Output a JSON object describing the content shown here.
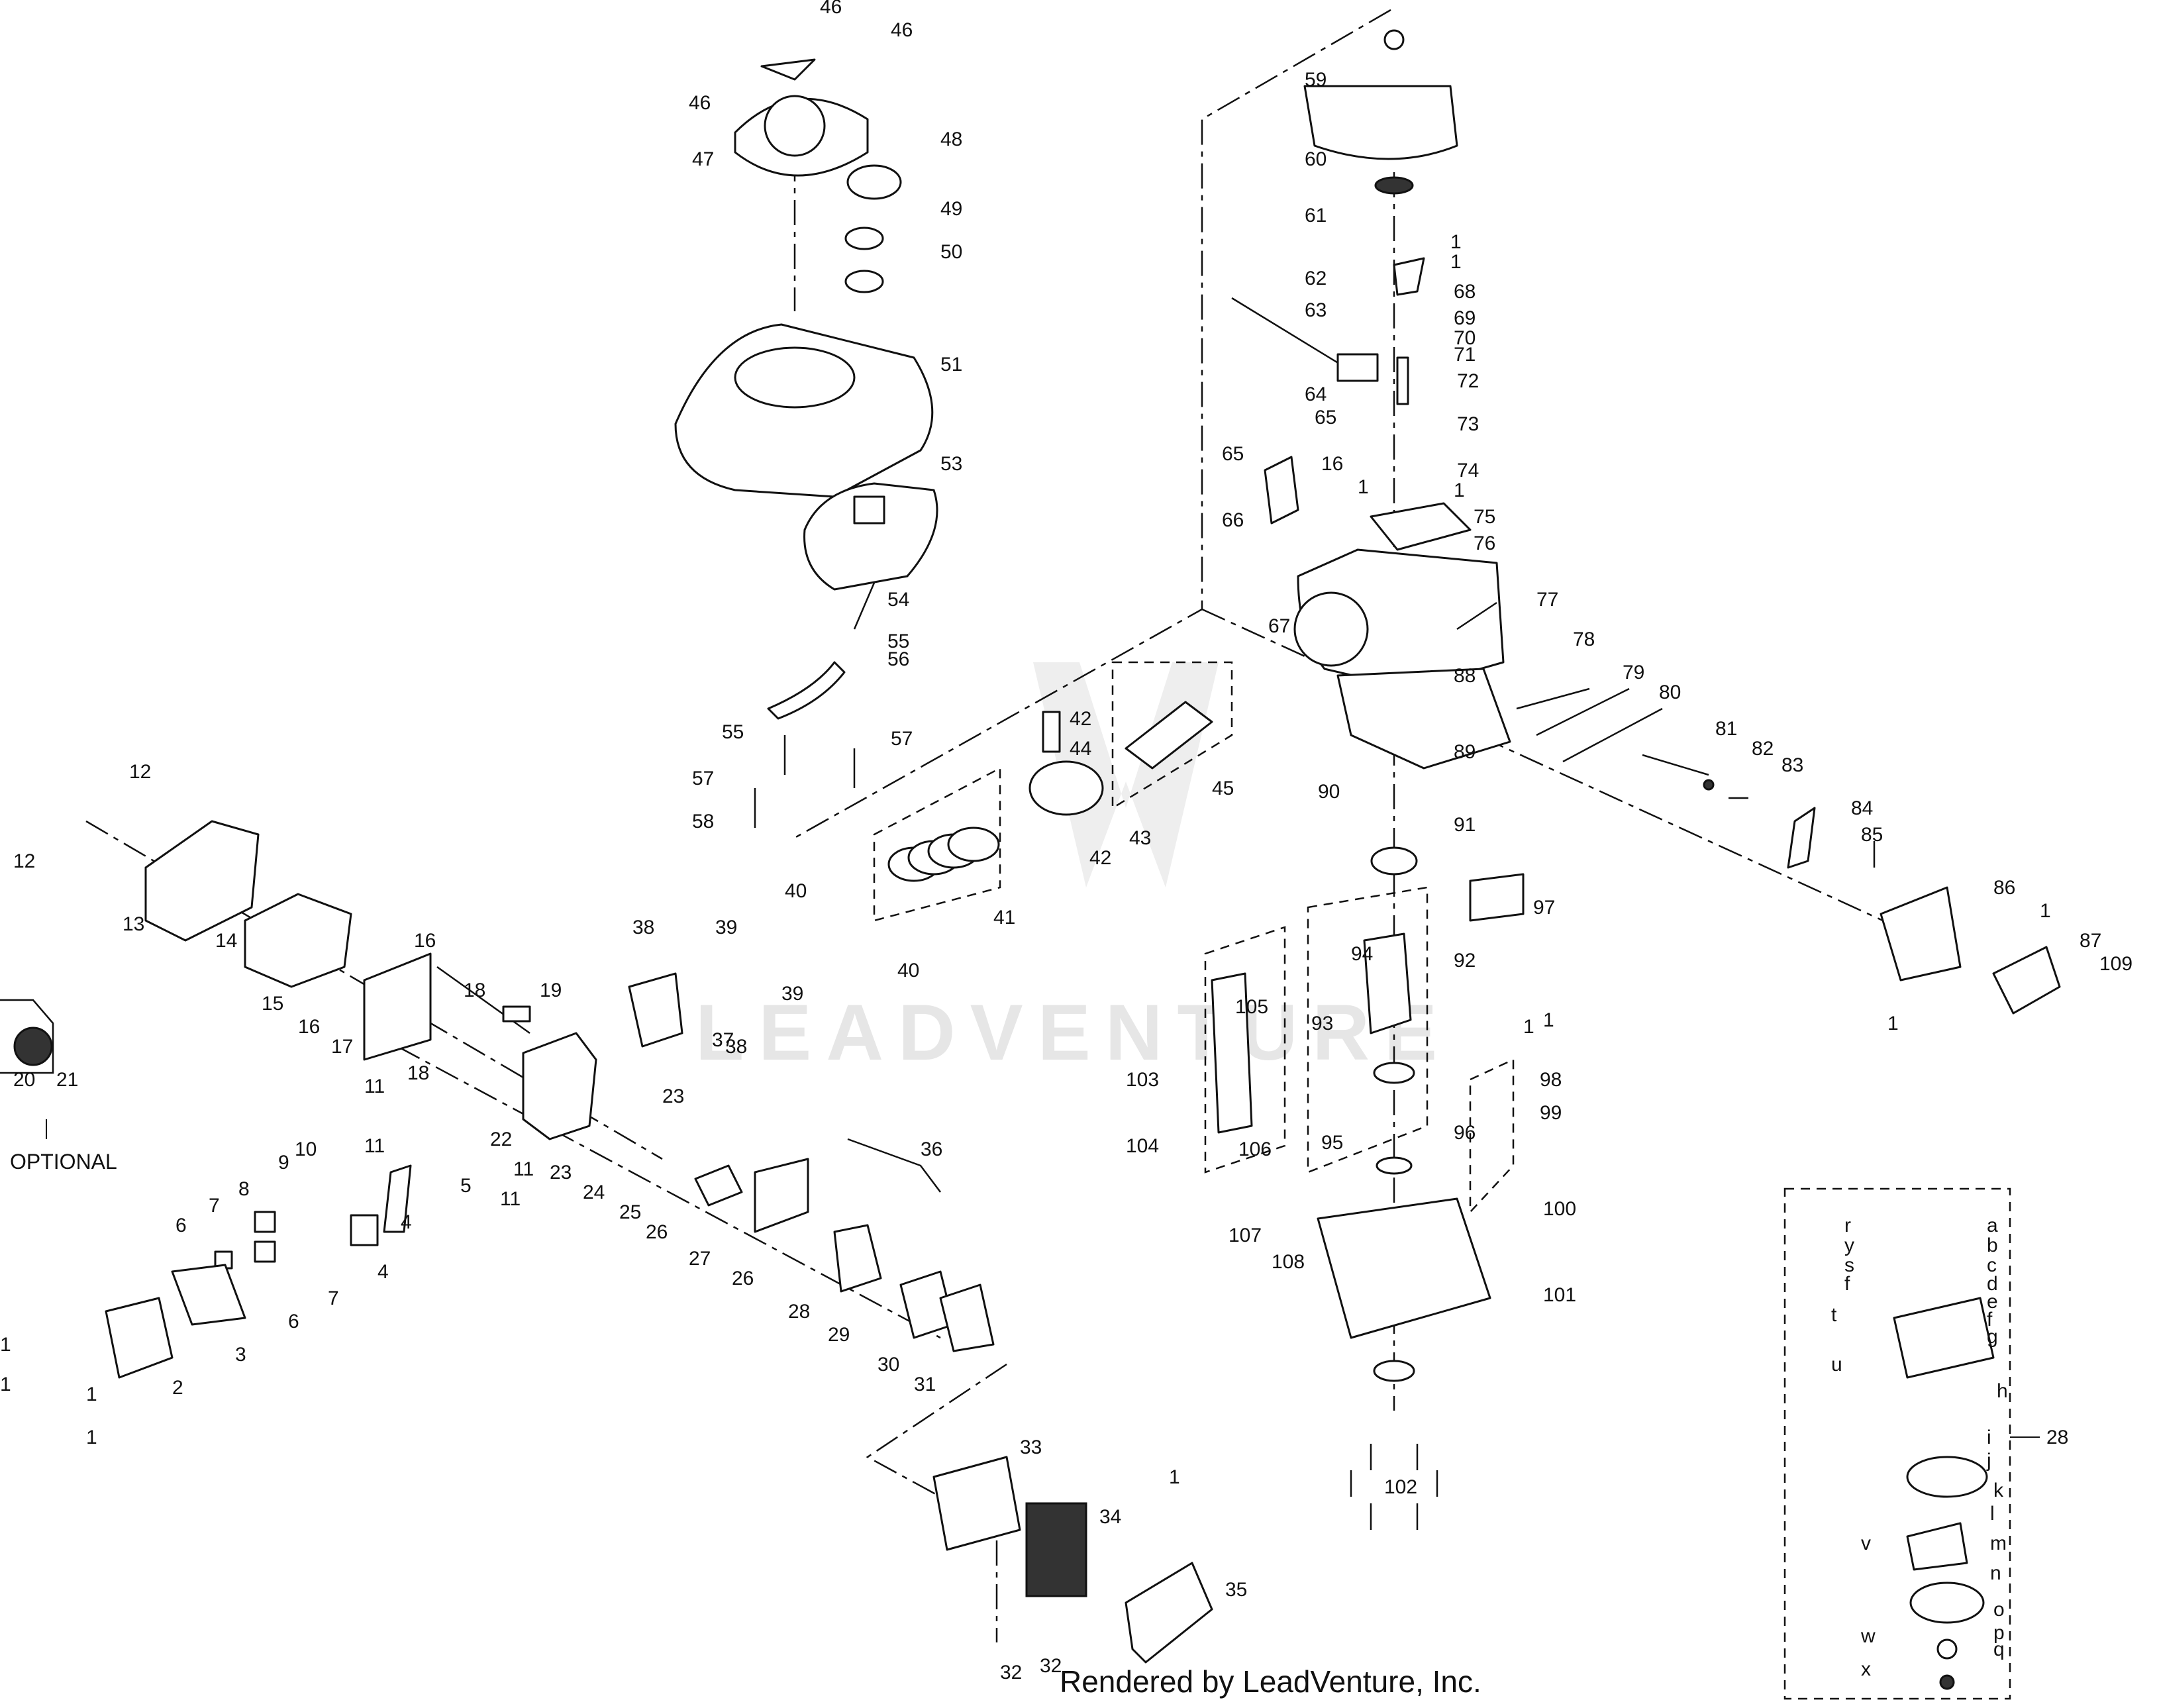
{
  "diagram": {
    "watermark": "LEADVENTURE",
    "footer": "Rendered by LeadVenture, Inc.",
    "optional_label": "OPTIONAL"
  },
  "callouts": [
    {
      "id": "c46a",
      "text": "46"
    },
    {
      "id": "c46b",
      "text": "46"
    },
    {
      "id": "c46c",
      "text": "46"
    },
    {
      "id": "c47",
      "text": "47"
    },
    {
      "id": "c48",
      "text": "48"
    },
    {
      "id": "c49",
      "text": "49"
    },
    {
      "id": "c50",
      "text": "50"
    },
    {
      "id": "c51",
      "text": "51"
    },
    {
      "id": "c53",
      "text": "53"
    },
    {
      "id": "c54",
      "text": "54"
    },
    {
      "id": "c55a",
      "text": "55"
    },
    {
      "id": "c56",
      "text": "56"
    },
    {
      "id": "c55b",
      "text": "55"
    },
    {
      "id": "c57a",
      "text": "57"
    },
    {
      "id": "c57b",
      "text": "57"
    },
    {
      "id": "c58",
      "text": "58"
    },
    {
      "id": "c59",
      "text": "59"
    },
    {
      "id": "c60",
      "text": "60"
    },
    {
      "id": "c61",
      "text": "61"
    },
    {
      "id": "c1a",
      "text": "1"
    },
    {
      "id": "c1b",
      "text": "1"
    },
    {
      "id": "c62",
      "text": "62"
    },
    {
      "id": "c68",
      "text": "68"
    },
    {
      "id": "c63",
      "text": "63"
    },
    {
      "id": "c69",
      "text": "69"
    },
    {
      "id": "c70",
      "text": "70"
    },
    {
      "id": "c71",
      "text": "71"
    },
    {
      "id": "c72",
      "text": "72"
    },
    {
      "id": "c64",
      "text": "64"
    },
    {
      "id": "c73",
      "text": "73"
    },
    {
      "id": "c65a",
      "text": "65"
    },
    {
      "id": "c65b",
      "text": "65"
    },
    {
      "id": "c16a",
      "text": "16"
    },
    {
      "id": "c74",
      "text": "74"
    },
    {
      "id": "c1c",
      "text": "1"
    },
    {
      "id": "c1d",
      "text": "1"
    },
    {
      "id": "c75",
      "text": "75"
    },
    {
      "id": "c66",
      "text": "66"
    },
    {
      "id": "c76",
      "text": "76"
    },
    {
      "id": "c77",
      "text": "77"
    },
    {
      "id": "c67",
      "text": "67"
    },
    {
      "id": "c78",
      "text": "78"
    },
    {
      "id": "c88",
      "text": "88"
    },
    {
      "id": "c79",
      "text": "79"
    },
    {
      "id": "c80",
      "text": "80"
    },
    {
      "id": "c42a",
      "text": "42"
    },
    {
      "id": "c44",
      "text": "44"
    },
    {
      "id": "c45",
      "text": "45"
    },
    {
      "id": "c89",
      "text": "89"
    },
    {
      "id": "c81",
      "text": "81"
    },
    {
      "id": "c82",
      "text": "82"
    },
    {
      "id": "c83",
      "text": "83"
    },
    {
      "id": "c90",
      "text": "90"
    },
    {
      "id": "c43",
      "text": "43"
    },
    {
      "id": "c42b",
      "text": "42"
    },
    {
      "id": "c91",
      "text": "91"
    },
    {
      "id": "c84",
      "text": "84"
    },
    {
      "id": "c85",
      "text": "85"
    },
    {
      "id": "c12a",
      "text": "12"
    },
    {
      "id": "c12b",
      "text": "12"
    },
    {
      "id": "c13",
      "text": "13"
    },
    {
      "id": "c40a",
      "text": "40"
    },
    {
      "id": "c41",
      "text": "41"
    },
    {
      "id": "c40b",
      "text": "40"
    },
    {
      "id": "c86",
      "text": "86"
    },
    {
      "id": "c97",
      "text": "97"
    },
    {
      "id": "c1e",
      "text": "1"
    },
    {
      "id": "c87",
      "text": "87"
    },
    {
      "id": "c109",
      "text": "109"
    },
    {
      "id": "c14",
      "text": "14"
    },
    {
      "id": "c15",
      "text": "15"
    },
    {
      "id": "c16b",
      "text": "16"
    },
    {
      "id": "c16c",
      "text": "16"
    },
    {
      "id": "c38a",
      "text": "38"
    },
    {
      "id": "c39a",
      "text": "39"
    },
    {
      "id": "c39b",
      "text": "39"
    },
    {
      "id": "c94",
      "text": "94"
    },
    {
      "id": "c92",
      "text": "92"
    },
    {
      "id": "c1f",
      "text": "1"
    },
    {
      "id": "c18a",
      "text": "18"
    },
    {
      "id": "c19",
      "text": "19"
    },
    {
      "id": "c17",
      "text": "17"
    },
    {
      "id": "c105",
      "text": "105"
    },
    {
      "id": "c93",
      "text": "93"
    },
    {
      "id": "c38b",
      "text": "38"
    },
    {
      "id": "c37",
      "text": "37"
    },
    {
      "id": "c20",
      "text": "20"
    },
    {
      "id": "c21",
      "text": "21"
    },
    {
      "id": "c18b",
      "text": "18"
    },
    {
      "id": "c1g",
      "text": "1"
    },
    {
      "id": "c1h",
      "text": "1"
    },
    {
      "id": "c103",
      "text": "103"
    },
    {
      "id": "c98",
      "text": "98"
    },
    {
      "id": "c11a",
      "text": "11"
    },
    {
      "id": "c23a",
      "text": "23"
    },
    {
      "id": "c11b",
      "text": "11"
    },
    {
      "id": "c22",
      "text": "22"
    },
    {
      "id": "c99",
      "text": "99"
    },
    {
      "id": "c95",
      "text": "95"
    },
    {
      "id": "c96",
      "text": "96"
    },
    {
      "id": "c104",
      "text": "104"
    },
    {
      "id": "c106",
      "text": "106"
    },
    {
      "id": "c36",
      "text": "36"
    },
    {
      "id": "c10",
      "text": "10"
    },
    {
      "id": "c9",
      "text": "9"
    },
    {
      "id": "c11c",
      "text": "11"
    },
    {
      "id": "c23b",
      "text": "23"
    },
    {
      "id": "c5",
      "text": "5"
    },
    {
      "id": "c11d",
      "text": "11"
    },
    {
      "id": "c24",
      "text": "24"
    },
    {
      "id": "c8",
      "text": "8"
    },
    {
      "id": "c7a",
      "text": "7"
    },
    {
      "id": "c25",
      "text": "25"
    },
    {
      "id": "c26a",
      "text": "26"
    },
    {
      "id": "c100",
      "text": "100"
    },
    {
      "id": "c6a",
      "text": "6"
    },
    {
      "id": "c4a",
      "text": "4"
    },
    {
      "id": "c4b",
      "text": "4"
    },
    {
      "id": "c27",
      "text": "27"
    },
    {
      "id": "c107",
      "text": "107"
    },
    {
      "id": "c108",
      "text": "108"
    },
    {
      "id": "c7b",
      "text": "7"
    },
    {
      "id": "c26b",
      "text": "26"
    },
    {
      "id": "c101",
      "text": "101"
    },
    {
      "id": "c6b",
      "text": "6"
    },
    {
      "id": "c28a",
      "text": "28"
    },
    {
      "id": "c29",
      "text": "29"
    },
    {
      "id": "c3",
      "text": "3"
    },
    {
      "id": "c30",
      "text": "30"
    },
    {
      "id": "c1i",
      "text": "1"
    },
    {
      "id": "c2",
      "text": "2"
    },
    {
      "id": "c1j",
      "text": "1"
    },
    {
      "id": "c1k",
      "text": "1"
    },
    {
      "id": "c31",
      "text": "31"
    },
    {
      "id": "c1l",
      "text": "1"
    },
    {
      "id": "c28b",
      "text": "28"
    },
    {
      "id": "c33",
      "text": "33"
    },
    {
      "id": "c1m",
      "text": "1"
    },
    {
      "id": "c102",
      "text": "102"
    },
    {
      "id": "c34",
      "text": "34"
    },
    {
      "id": "c35",
      "text": "35"
    },
    {
      "id": "c32a",
      "text": "32"
    },
    {
      "id": "c32b",
      "text": "32"
    },
    {
      "id": "ca",
      "text": "a"
    },
    {
      "id": "cr",
      "text": "r"
    },
    {
      "id": "cb",
      "text": "b"
    },
    {
      "id": "cy",
      "text": "y"
    },
    {
      "id": "cc",
      "text": "c"
    },
    {
      "id": "cs",
      "text": "s"
    },
    {
      "id": "cd",
      "text": "d"
    },
    {
      "id": "cf1",
      "text": "f"
    },
    {
      "id": "ce",
      "text": "e"
    },
    {
      "id": "cf2",
      "text": "f"
    },
    {
      "id": "ct",
      "text": "t"
    },
    {
      "id": "cg",
      "text": "g"
    },
    {
      "id": "cu",
      "text": "u"
    },
    {
      "id": "ch",
      "text": "h"
    },
    {
      "id": "ci",
      "text": "i"
    },
    {
      "id": "cj",
      "text": "j"
    },
    {
      "id": "ck",
      "text": "k"
    },
    {
      "id": "cl",
      "text": "l"
    },
    {
      "id": "cm",
      "text": "m"
    },
    {
      "id": "cv",
      "text": "v"
    },
    {
      "id": "cn",
      "text": "n"
    },
    {
      "id": "co",
      "text": "o"
    },
    {
      "id": "cp",
      "text": "p"
    },
    {
      "id": "cw",
      "text": "w"
    },
    {
      "id": "cq",
      "text": "q"
    },
    {
      "id": "cx",
      "text": "x"
    }
  ]
}
